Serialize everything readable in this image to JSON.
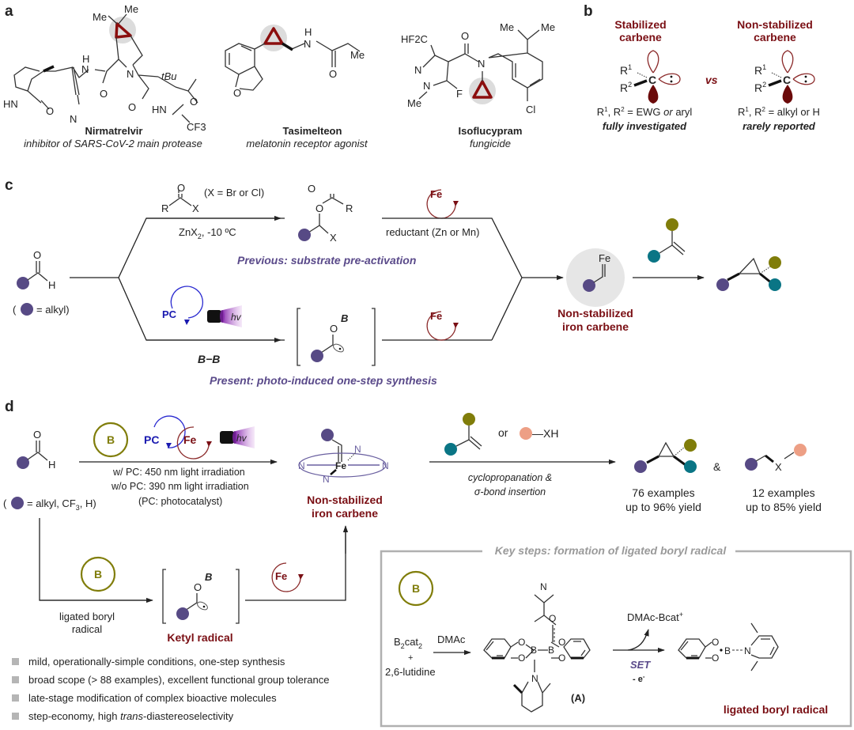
{
  "panels": {
    "a": {
      "label": "a",
      "drugs": [
        {
          "name": "Nirmatrelvir",
          "description": "inhibitor of SARS-CoV-2 main protease",
          "atoms": [
            "Me",
            "Me",
            "H",
            "N",
            "N",
            "tBu",
            "HN",
            "O",
            "O",
            "O",
            "HN",
            "O",
            "N",
            "CF3"
          ]
        },
        {
          "name": "Tasimelteon",
          "description": "melatonin receptor agonist",
          "atoms": [
            "H",
            "N",
            "Me",
            "O",
            "O"
          ]
        },
        {
          "name": "Isoflucypram",
          "description": "fungicide",
          "atoms": [
            "HF2C",
            "O",
            "N",
            "N",
            "N",
            "F",
            "Me",
            "Me",
            "Me",
            "Cl"
          ]
        }
      ]
    },
    "b": {
      "label": "b",
      "left": {
        "title_line1": "Stabilized",
        "title_line2": "carbene",
        "r1": "R",
        "r2": "R",
        "carbon": "C",
        "condition": "R¹, R² = EWG or aryl",
        "cond_pre": "R",
        "cond_mid": ", R",
        "cond_eq": " = EWG ",
        "cond_or": "or",
        "cond_post": " aryl",
        "status": "fully investigated"
      },
      "vs": "vs",
      "right": {
        "title_line1": "Non-stabilized",
        "title_line2": "carbene",
        "r1": "R",
        "r2": "R",
        "carbon": "C",
        "cond_pre": "R",
        "cond_mid": ", R",
        "cond_eq": " = alkyl or H",
        "status": "rarely reported"
      }
    },
    "c": {
      "label": "c",
      "aldehyde_O": "O",
      "aldehyde_H": "H",
      "legend": "= alkyl)",
      "legend_open": "(",
      "reagent_R": "R",
      "reagent_X": "X",
      "reagent_O": "O",
      "reagent_note": "(X = Br or Cl)",
      "conditions_top": "ZnX",
      "conditions_top_sub": "2",
      "conditions_top_rest": ", -10 ºC",
      "intermediate_O1": "O",
      "intermediate_O2": "O",
      "intermediate_R": "R",
      "intermediate_X": "X",
      "reductant": "reductant (Zn or Mn)",
      "previous": "Previous: substrate pre-activation",
      "pc": "PC",
      "hv": "hv",
      "bb": "B−B",
      "ketyl_O": "O",
      "ketyl_B": "B",
      "fe": "Fe",
      "present": "Present: photo-induced one-step synthesis",
      "carbene_fe": "Fe",
      "carbene_line1": "Non-stabilized",
      "carbene_line2": "iron carbene"
    },
    "d": {
      "label": "d",
      "aldehyde_O": "O",
      "aldehyde_H": "H",
      "legend_open": "(",
      "legend": "= alkyl, CF",
      "legend_sub": "3",
      "legend_rest": ", H)",
      "catalysts": {
        "b": "B",
        "pc": "PC",
        "fe": "Fe",
        "hv": "hv"
      },
      "cond1": "w/ PC: 450 nm light irradiation",
      "cond2": "w/o PC: 390 nm light irradiation",
      "cond3": "(PC: photocatalyst)",
      "fe_complex": {
        "fe": "Fe",
        "n": "N"
      },
      "carbene_line1": "Non-stabilized",
      "carbene_line2": "iron carbene",
      "or": "or",
      "xh": "XH",
      "reaction_line1": "cyclopropanation &",
      "reaction_line2": "σ-bond insertion",
      "amp": "&",
      "x": "X",
      "results": [
        {
          "line1": "76 examples",
          "line2": "up to 96% yield"
        },
        {
          "line1": "12 examples",
          "line2": "up to 85% yield"
        }
      ],
      "lower_path": {
        "b": "B",
        "line1": "ligated boryl",
        "line2": "radical",
        "ketyl_O": "O",
        "ketyl_B": "B",
        "ketyl_label": "Ketyl radical",
        "fe": "Fe"
      },
      "features": [
        {
          "text": "mild, operationally-simple conditions, one-step synthesis"
        },
        {
          "text": "broad scope (> 88 examples), excellent functional group tolerance"
        },
        {
          "text": "late-stage modification of complex bioactive molecules"
        },
        {
          "pre": "step-economy, high ",
          "italic": "trans",
          "post": "-diastereoselectivity"
        }
      ],
      "key_steps": {
        "title": "Key steps: formation of ligated boryl radical",
        "b": "B",
        "reactant1": "B",
        "reactant1_sub1": "2",
        "reactant1_mid": "cat",
        "reactant1_sub2": "2",
        "plus": "+",
        "reactant2": "2,6-lutidine",
        "reagent": "DMAc",
        "complex_label": "(A)",
        "byproduct": "DMAc-Bcat",
        "byproduct_charge": "+",
        "set": "SET",
        "electron": "- e",
        "electron_sup": "-",
        "product_label": "ligated boryl radical",
        "atoms": {
          "N": "N",
          "O": "O",
          "B": "B"
        }
      }
    }
  },
  "colors": {
    "dark_red": "#7a0f14",
    "purple_text": "#5a4a8a",
    "alkyl_dot": "#574a85",
    "teal_dot": "#0a7585",
    "olive_dot": "#807d0a",
    "salmon_dot": "#ed9f85",
    "pc_blue": "#1a1ab0",
    "box_gray": "#b0b0b0"
  }
}
